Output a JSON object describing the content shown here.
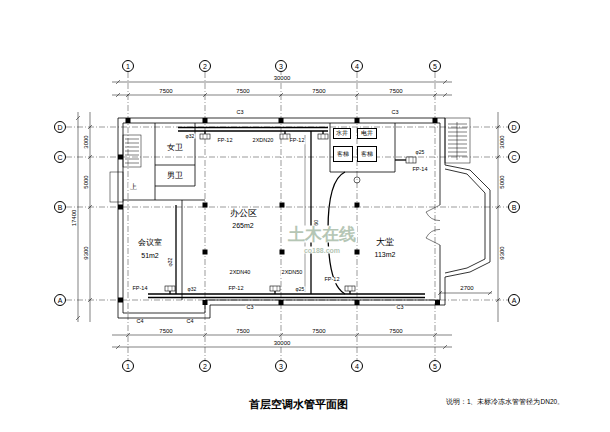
{
  "diagram": {
    "title": "首层空调水管平面图",
    "nodes": [
      {
        "text": [
          "1"
        ]
      },
      {
        "text": [
          "2"
        ]
      },
      {
        "text": [
          "3"
        ]
      },
      {
        "text": [
          "4"
        ]
      },
      {
        "text": [
          "5"
        ]
      },
      {
        "text": [
          "D"
        ]
      },
      {
        "text": [
          "D"
        ]
      },
      {
        "text": [
          "水井"
        ]
      },
      {
        "text": [
          "电井"
        ]
      },
      {
        "text": [
          "C"
        ]
      },
      {
        "text": [
          "C"
        ]
      },
      {
        "text": [
          "客梯"
        ]
      },
      {
        "text": [
          "客梯"
        ]
      },
      {
        "text": [
          "B"
        ]
      },
      {
        "text": [
          "B"
        ]
      },
      {
        "text": [
          "A"
        ]
      },
      {
        "text": [
          "A"
        ]
      },
      {
        "text": [
          "1"
        ]
      },
      {
        "text": [
          "2"
        ]
      },
      {
        "text": [
          "3"
        ]
      },
      {
        "text": [
          "4"
        ]
      },
      {
        "text": [
          "5"
        ]
      }
    ],
    "labels": [
      "说明：1、未标冷冻水管管径为DN20。",
      "30000",
      "7500",
      "7500",
      "7500",
      "7500",
      "C3",
      "C3",
      "φ32",
      "FP-12",
      "2XDN20",
      "FP-12",
      "φ25",
      "FP-14",
      "女卫",
      "男卫",
      "上",
      "办公区",
      "265m2",
      "大堂",
      "113m2",
      "会议室",
      "51m2",
      "2XDN60",
      "φ32",
      "2XDN40",
      "2XDN50",
      "FP-12",
      "FP-14",
      "φ32",
      "FP-12",
      "φ25",
      "C3",
      "C3",
      "C4",
      "C4",
      "2700",
      "7500",
      "7500",
      "7500",
      "7500",
      "30000",
      "3000",
      "5000",
      "9300",
      "17400",
      "3000",
      "5000",
      "9300",
      "土木在线",
      "co188.com"
    ]
  }
}
